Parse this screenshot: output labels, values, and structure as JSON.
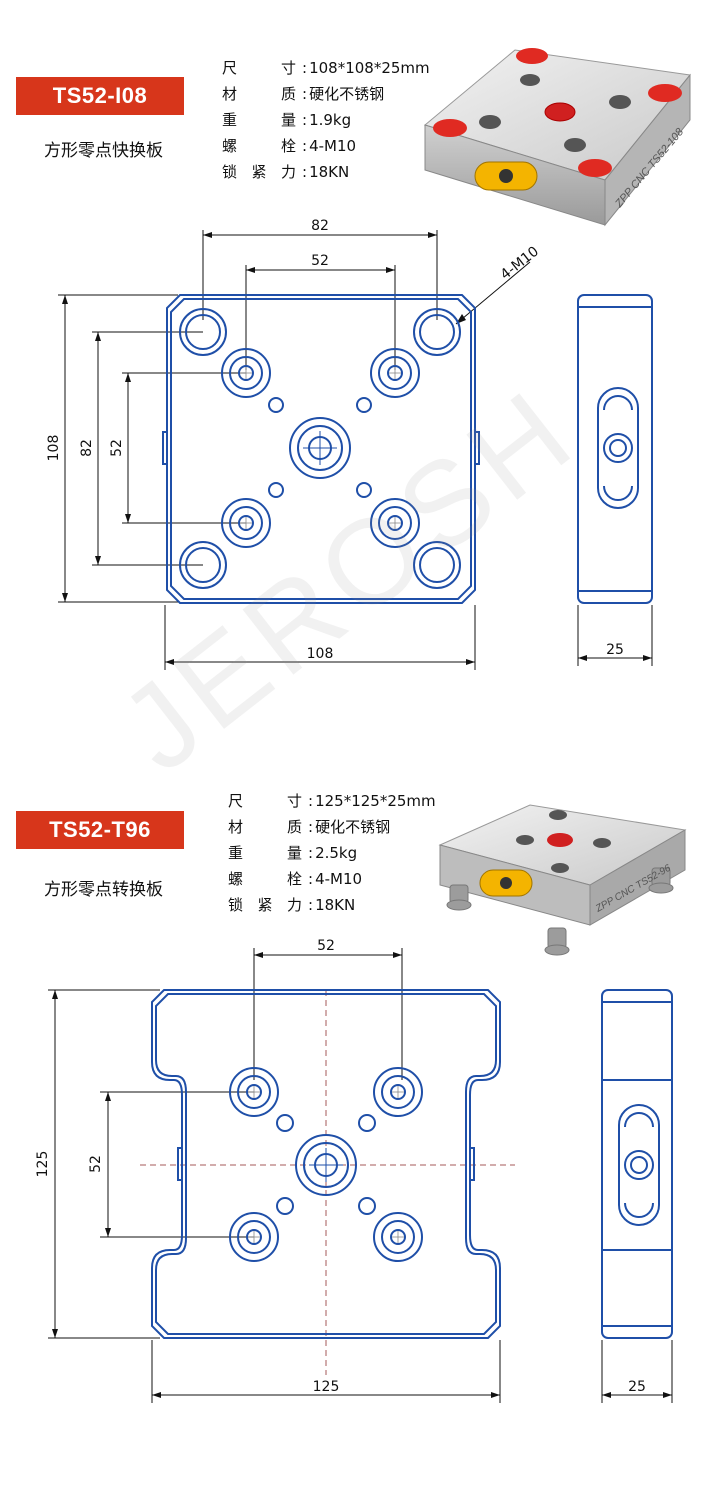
{
  "product1": {
    "model": "TS52-I08",
    "subtitle": "方形零点快换板",
    "specs": [
      {
        "label": [
          "尺",
          "寸"
        ],
        "value": "108*108*25mm"
      },
      {
        "label": [
          "材",
          "质"
        ],
        "value": "硬化不锈钢"
      },
      {
        "label": [
          "重",
          "量"
        ],
        "value": "1.9kg"
      },
      {
        "label": [
          "螺",
          "栓"
        ],
        "value": "4-M10"
      },
      {
        "label": [
          "锁",
          "紧",
          "力"
        ],
        "value": "18KN"
      }
    ],
    "photo_engraving": "ZPP CNC TS52-108",
    "drawing": {
      "dim_top_outer": "82",
      "dim_top_inner": "52",
      "dim_left_outer": "108",
      "dim_left_mid": "82",
      "dim_left_inner": "52",
      "dim_bottom": "108",
      "dim_side_width": "25",
      "bolt_callout": "4-M10"
    }
  },
  "product2": {
    "model": "TS52-T96",
    "subtitle": "方形零点转换板",
    "specs": [
      {
        "label": [
          "尺",
          "寸"
        ],
        "value": "125*125*25mm"
      },
      {
        "label": [
          "材",
          "质"
        ],
        "value": "硬化不锈钢"
      },
      {
        "label": [
          "重",
          "量"
        ],
        "value": "2.5kg"
      },
      {
        "label": [
          "螺",
          "栓"
        ],
        "value": "4-M10"
      },
      {
        "label": [
          "锁",
          "紧",
          "力"
        ],
        "value": "18KN"
      }
    ],
    "photo_engraving": "ZPP CNC TS52-96",
    "drawing": {
      "dim_top": "52",
      "dim_left_outer": "125",
      "dim_left_inner": "52",
      "dim_bottom": "125",
      "dim_side_width": "25"
    }
  },
  "watermark": "JEROSH",
  "colors": {
    "badge": "#d7361b",
    "outline": "#1f4fa8",
    "cap_red": "#e02a22",
    "lever_yellow": "#f4b400"
  }
}
